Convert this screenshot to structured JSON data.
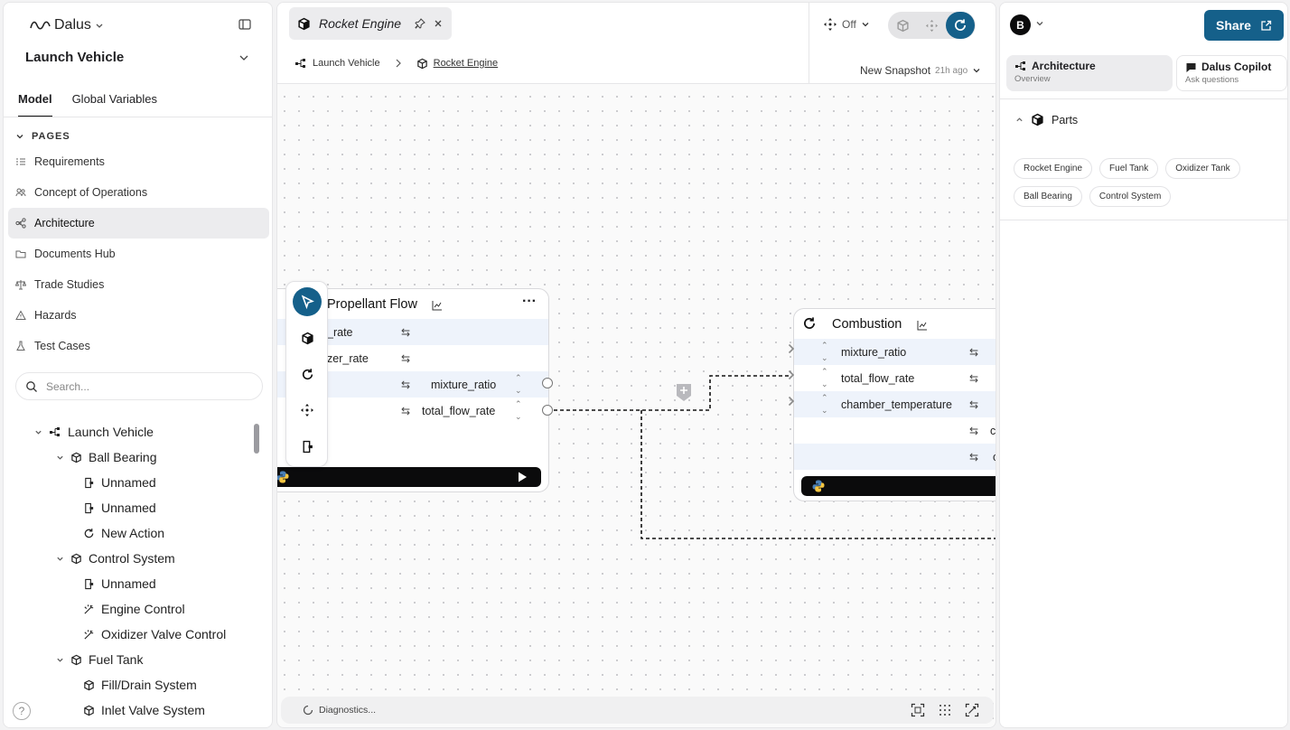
{
  "sidebar": {
    "brand": "Dalus",
    "project": "Launch Vehicle",
    "tabs": [
      "Model",
      "Global Variables"
    ],
    "pages_heading": "PAGES",
    "pages": [
      "Requirements",
      "Concept of Operations",
      "Architecture",
      "Documents Hub",
      "Trade Studies",
      "Hazards",
      "Test Cases"
    ],
    "active_page": "Architecture",
    "search_placeholder": "Search...",
    "tree": [
      {
        "label": "Launch Vehicle",
        "icon": "hierarchy-icon",
        "level": 0
      },
      {
        "label": "Ball Bearing",
        "icon": "cube-icon",
        "level": 1
      },
      {
        "label": "Unnamed",
        "icon": "port-icon",
        "level": 2
      },
      {
        "label": "Unnamed",
        "icon": "port-icon",
        "level": 2
      },
      {
        "label": "New Action",
        "icon": "refresh-icon",
        "level": 2
      },
      {
        "label": "Control System",
        "icon": "cube-icon",
        "level": 1
      },
      {
        "label": "Unnamed",
        "icon": "port-icon",
        "level": 2
      },
      {
        "label": "Engine Control",
        "icon": "wand-icon",
        "level": 2
      },
      {
        "label": "Oxidizer Valve Control",
        "icon": "wand-icon",
        "level": 2
      },
      {
        "label": "Fuel Tank",
        "icon": "cube-icon",
        "level": 1
      },
      {
        "label": "Fill/Drain System",
        "icon": "cube-icon",
        "level": 2
      },
      {
        "label": "Inlet Valve System",
        "icon": "cube-icon",
        "level": 2
      }
    ],
    "help": "?"
  },
  "canvas": {
    "tab_title": "Rocket Engine",
    "breadcrumb": [
      "Launch Vehicle",
      "Rocket Engine"
    ],
    "physics_toggle": "Off",
    "snapshot": "New Snapshot",
    "snapshot_age": "21h ago",
    "propellant_node": {
      "title": "Propellant Flow",
      "menu": "···",
      "rows": [
        "_rate",
        "zer_rate",
        "mixture_ratio",
        "total_flow_rate"
      ]
    },
    "combustion_node": {
      "title": "Combustion",
      "rows": [
        "mixture_ratio",
        "total_flow_rate",
        "chamber_temperature",
        "cl",
        "c"
      ]
    },
    "add_marker": "+",
    "diagnostics": "Diagnostics..."
  },
  "right_panel": {
    "avatar_initial": "B",
    "share_label": "Share",
    "tabs": [
      {
        "title": "Architecture",
        "subtitle": "Overview"
      },
      {
        "title": "Dalus Copilot",
        "subtitle": "Ask questions"
      }
    ],
    "parts_heading": "Parts",
    "parts": [
      "Rocket Engine",
      "Fuel Tank",
      "Oxidizer Tank",
      "Ball Bearing",
      "Control System"
    ]
  },
  "colors": {
    "accent": "#15608a",
    "row_highlight": "#eef3fb",
    "code_bar": "#0b0b0c"
  }
}
